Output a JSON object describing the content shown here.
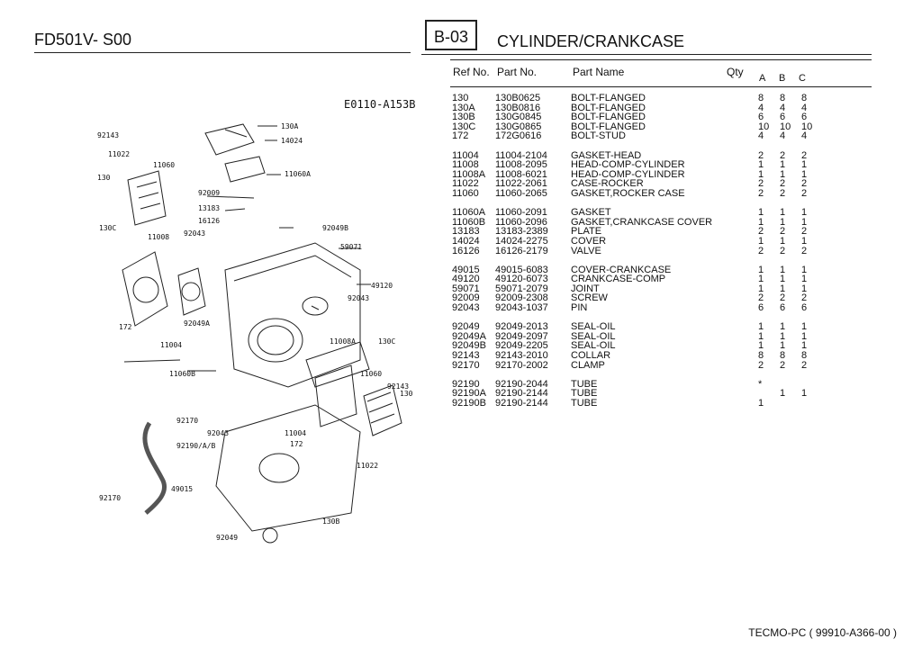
{
  "header": {
    "model": "FD501V- S00",
    "section_code": "B-03",
    "section_title": "CYLINDER/CRANKCASE"
  },
  "columns": {
    "ref": "Ref No.",
    "part": "Part No.",
    "name": "Part Name",
    "qty": "Qty",
    "a": "A",
    "b": "B",
    "c": "C"
  },
  "diagram": {
    "drawing_code": "E0110-A153B",
    "labels": [
      "130A",
      "14024",
      "92143",
      "11022",
      "11060",
      "130",
      "11060A",
      "92009",
      "13183",
      "16126",
      "92043",
      "92049B",
      "130C",
      "11008",
      "59071",
      "49120",
      "92043",
      "172",
      "92049A",
      "11004",
      "11008A",
      "130C",
      "11060B",
      "11060",
      "92143",
      "130",
      "92170",
      "92043",
      "11004",
      "92190/A/B",
      "172",
      "11022",
      "49015",
      "130B",
      "92170",
      "92049"
    ]
  },
  "parts_groups": [
    [
      {
        "ref": "130",
        "part": "130B0625",
        "name": "BOLT-FLANGED",
        "a": "8",
        "b": "8",
        "c": "8"
      },
      {
        "ref": "130A",
        "part": "130B0816",
        "name": "BOLT-FLANGED",
        "a": "4",
        "b": "4",
        "c": "4"
      },
      {
        "ref": "130B",
        "part": "130G0845",
        "name": "BOLT-FLANGED",
        "a": "6",
        "b": "6",
        "c": "6"
      },
      {
        "ref": "130C",
        "part": "130G0865",
        "name": "BOLT-FLANGED",
        "a": "10",
        "b": "10",
        "c": "10"
      },
      {
        "ref": "172",
        "part": "172G0616",
        "name": "BOLT-STUD",
        "a": "4",
        "b": "4",
        "c": "4"
      }
    ],
    [
      {
        "ref": "11004",
        "part": "11004-2104",
        "name": "GASKET-HEAD",
        "a": "2",
        "b": "2",
        "c": "2"
      },
      {
        "ref": "11008",
        "part": "11008-2095",
        "name": "HEAD-COMP-CYLINDER",
        "a": "1",
        "b": "1",
        "c": "1"
      },
      {
        "ref": "11008A",
        "part": "11008-6021",
        "name": "HEAD-COMP-CYLINDER",
        "a": "1",
        "b": "1",
        "c": "1"
      },
      {
        "ref": "11022",
        "part": "11022-2061",
        "name": "CASE-ROCKER",
        "a": "2",
        "b": "2",
        "c": "2"
      },
      {
        "ref": "11060",
        "part": "11060-2065",
        "name": "GASKET,ROCKER CASE",
        "a": "2",
        "b": "2",
        "c": "2"
      }
    ],
    [
      {
        "ref": "11060A",
        "part": "11060-2091",
        "name": "GASKET",
        "a": "1",
        "b": "1",
        "c": "1"
      },
      {
        "ref": "11060B",
        "part": "11060-2096",
        "name": "GASKET,CRANKCASE COVER",
        "a": "1",
        "b": "1",
        "c": "1"
      },
      {
        "ref": "13183",
        "part": "13183-2389",
        "name": "PLATE",
        "a": "2",
        "b": "2",
        "c": "2"
      },
      {
        "ref": "14024",
        "part": "14024-2275",
        "name": "COVER",
        "a": "1",
        "b": "1",
        "c": "1"
      },
      {
        "ref": "16126",
        "part": "16126-2179",
        "name": "VALVE",
        "a": "2",
        "b": "2",
        "c": "2"
      }
    ],
    [
      {
        "ref": "49015",
        "part": "49015-6083",
        "name": "COVER-CRANKCASE",
        "a": "1",
        "b": "1",
        "c": "1"
      },
      {
        "ref": "49120",
        "part": "49120-6073",
        "name": "CRANKCASE-COMP",
        "a": "1",
        "b": "1",
        "c": "1"
      },
      {
        "ref": "59071",
        "part": "59071-2079",
        "name": "JOINT",
        "a": "1",
        "b": "1",
        "c": "1"
      },
      {
        "ref": "92009",
        "part": "92009-2308",
        "name": "SCREW",
        "a": "2",
        "b": "2",
        "c": "2"
      },
      {
        "ref": "92043",
        "part": "92043-1037",
        "name": "PIN",
        "a": "6",
        "b": "6",
        "c": "6"
      }
    ],
    [
      {
        "ref": "92049",
        "part": "92049-2013",
        "name": "SEAL-OIL",
        "a": "1",
        "b": "1",
        "c": "1"
      },
      {
        "ref": "92049A",
        "part": "92049-2097",
        "name": "SEAL-OIL",
        "a": "1",
        "b": "1",
        "c": "1"
      },
      {
        "ref": "92049B",
        "part": "92049-2205",
        "name": "SEAL-OIL",
        "a": "1",
        "b": "1",
        "c": "1"
      },
      {
        "ref": "92143",
        "part": "92143-2010",
        "name": "COLLAR",
        "a": "8",
        "b": "8",
        "c": "8"
      },
      {
        "ref": "92170",
        "part": "92170-2002",
        "name": "CLAMP",
        "a": "2",
        "b": "2",
        "c": "2"
      }
    ],
    [
      {
        "ref": "92190",
        "part": "92190-2044",
        "name": "TUBE",
        "a": "*",
        "b": "",
        "c": ""
      },
      {
        "ref": "92190A",
        "part": "92190-2144",
        "name": "TUBE",
        "a": "",
        "b": "1",
        "c": "1"
      },
      {
        "ref": "92190B",
        "part": "92190-2144",
        "name": "TUBE",
        "a": "1",
        "b": "",
        "c": ""
      }
    ]
  ],
  "footer": "TECMO-PC  ( 99910-A366-00 )"
}
